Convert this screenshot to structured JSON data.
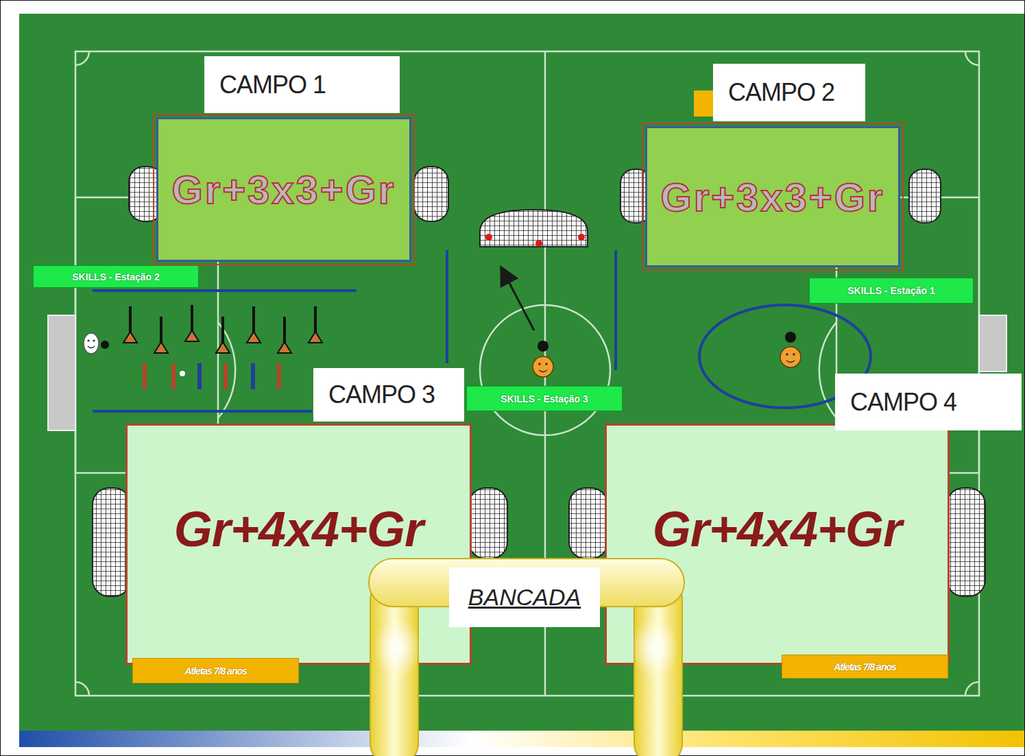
{
  "diagram": {
    "nodes": [
      {
        "text": [
          "CAMPO 1"
        ]
      },
      {
        "text": [
          "Gr+3x3+Gr"
        ]
      },
      {
        "text": [
          "CAMPO 2"
        ]
      },
      {
        "text": [
          "Gr+3x3+Gr"
        ]
      },
      {
        "text": [
          "SKILLS - Estação 2"
        ]
      },
      {
        "text": [
          "SKILLS - Estação 1"
        ]
      },
      {
        "text": [
          "CAMPO 3"
        ]
      },
      {
        "text": [
          "SKILLS - Estação 3"
        ]
      },
      {
        "text": [
          "CAMPO 4"
        ]
      },
      {
        "text": [
          "Gr+4x4+Gr"
        ]
      },
      {
        "text": [
          "Atletas 7/8 anos"
        ],
        "in": 9
      },
      {
        "text": [
          "Gr+4x4+Gr"
        ]
      },
      {
        "text": [
          "Atletas 7/8 anos"
        ],
        "in": 11
      },
      {
        "text": [
          "BANCADA"
        ]
      }
    ]
  }
}
